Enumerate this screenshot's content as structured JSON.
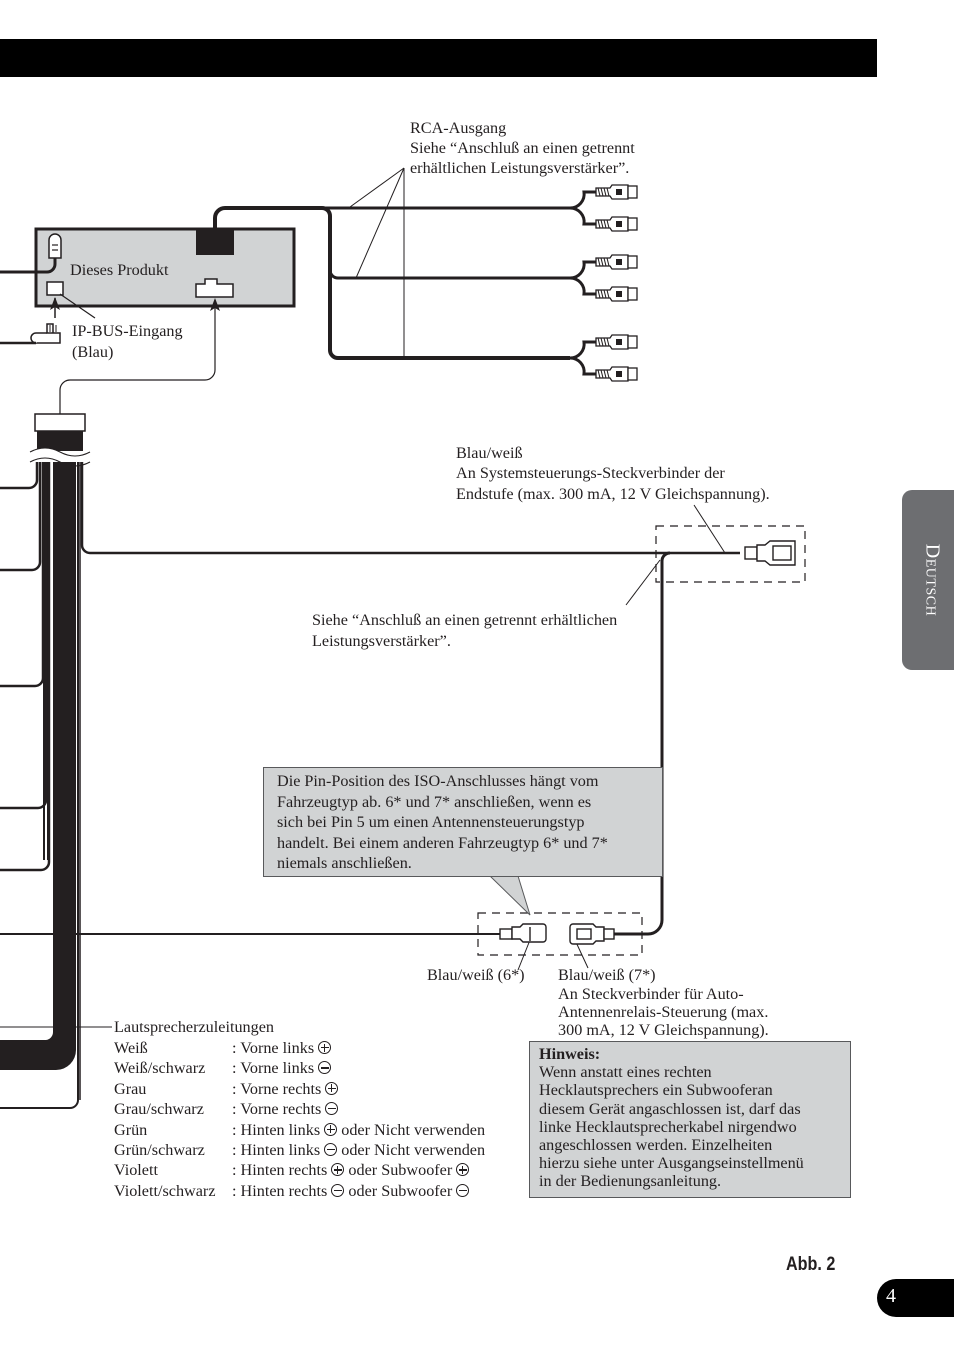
{
  "page": {
    "figure_label": "Abb. 2",
    "page_number": "4",
    "language_tab": "Deutsch"
  },
  "product": {
    "label": "Dieses Produkt"
  },
  "ipbus": {
    "line1": "IP-BUS-Eingang",
    "line2": "(Blau)"
  },
  "rca": {
    "line1": "RCA-Ausgang",
    "line2": "Siehe “Anschluß an einen getrennt",
    "line3": "erhältlichen Leistungsverstärker”."
  },
  "system_remote": {
    "line1": "Blau/weiß",
    "line2": "An Systemsteuerungs-Steckverbinder der",
    "line3": "Endstufe (max. 300 mA, 12 V Gleichspannung)."
  },
  "amp_ref": {
    "line1": "Siehe “Anschluß an einen getrennt erhältlichen",
    "line2": "Leistungsverstärker”."
  },
  "iso_note": {
    "line1": "Die Pin-Position des ISO-Anschlusses hängt vom",
    "line2": "Fahrzeugtyp ab. 6* und 7* anschließen, wenn es",
    "line3": "sich bei Pin 5 um einen Antennensteuerungstyp",
    "line4": "handelt. Bei einem anderen Fahrzeugtyp 6* und 7*",
    "line5": "niemals anschließen."
  },
  "connector6": {
    "label": "Blau/weiß (6*)"
  },
  "connector7": {
    "line1": "Blau/weiß (7*)",
    "line2": "An Steckverbinder für Auto-",
    "line3": "Antennenrelais-Steuerung (max.",
    "line4": "300 mA, 12 V Gleichspannung)."
  },
  "speaker_leads": {
    "title": "Lautsprecherzuleitungen",
    "rows": [
      {
        "color": "Weiß",
        "pre": ": Vorne links",
        "sym1": "plus",
        "mid": "",
        "sym2": ""
      },
      {
        "color": "Weiß/schwarz",
        "pre": ": Vorne links",
        "sym1": "minus",
        "mid": "",
        "sym2": ""
      },
      {
        "color": "Grau",
        "pre": ": Vorne rechts",
        "sym1": "plus",
        "mid": "",
        "sym2": ""
      },
      {
        "color": "Grau/schwarz",
        "pre": ": Vorne rechts",
        "sym1": "minus",
        "mid": "",
        "sym2": ""
      },
      {
        "color": "Grün",
        "pre": ": Hinten links",
        "sym1": "plus",
        "mid": "oder Nicht verwenden",
        "sym2": ""
      },
      {
        "color": "Grün/schwarz",
        "pre": ": Hinten links",
        "sym1": "minus",
        "mid": "oder Nicht verwenden",
        "sym2": ""
      },
      {
        "color": "Violett",
        "pre": ": Hinten rechts",
        "sym1": "plus",
        "mid": "oder Subwoofer",
        "sym2": "plus"
      },
      {
        "color": "Violett/schwarz",
        "pre": ": Hinten rechts",
        "sym1": "minus",
        "mid": "oder Subwoofer",
        "sym2": "minus"
      }
    ]
  },
  "hinweis": {
    "title": "Hinweis:",
    "line1": "Wenn anstatt eines rechten",
    "line2": "Hecklautsprechers ein Subwooferan",
    "line3": "diesem Gerät angaschlossen ist, darf das",
    "line4": "linke Hecklautsprecherkabel nirgendwo",
    "line5": "angeschlossen werden. Einzelheiten",
    "line6": "hierzu siehe unter Ausgangseinstellmenü",
    "line7": "in der Bedienungsanleitung."
  },
  "colors": {
    "box_fill": "#d1d3d4",
    "tab_gray": "#6d6e71",
    "ink": "#231f20"
  }
}
